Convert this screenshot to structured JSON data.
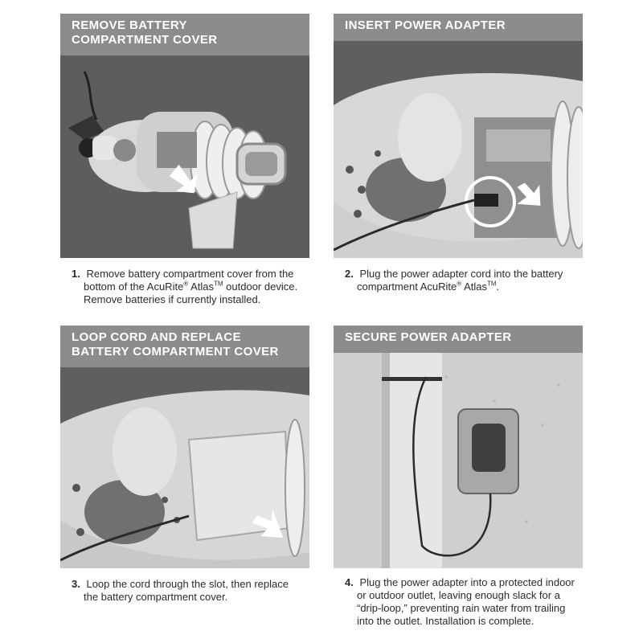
{
  "steps": [
    {
      "title_line1": "REMOVE BATTERY",
      "title_line2": "COMPARTMENT COVER",
      "number": "1.",
      "text_part1": "Remove battery compartment cover from the bottom of the AcuRite",
      "sup1": "®",
      "text_part2": " Atlas",
      "sup2": "TM",
      "text_part3": " outdoor device. Remove batteries if currently installed."
    },
    {
      "title_line1": "INSERT POWER ADAPTER",
      "number": "2.",
      "text_part1": "Plug the power adapter cord into the battery compartment AcuRite",
      "sup1": "®",
      "text_part2": " Atlas",
      "sup2": "TM",
      "text_part3": "."
    },
    {
      "title_line1": "LOOP CORD AND REPLACE",
      "title_line2": "BATTERY COMPARTMENT COVER",
      "number": "3.",
      "text": "Loop the cord through the slot, then replace the battery compartment cover."
    },
    {
      "title_line1": "SECURE POWER ADAPTER",
      "number": "4.",
      "text": "Plug the power adapter into a protected indoor or outdoor outlet, leaving enough slack for a “drip-loop,” preventing rain water from trailing into the outlet. Installation is complete."
    }
  ],
  "colors": {
    "header_bg": "#8c8c8c",
    "header_text": "#ffffff",
    "caption_text": "#2b2b2b"
  }
}
